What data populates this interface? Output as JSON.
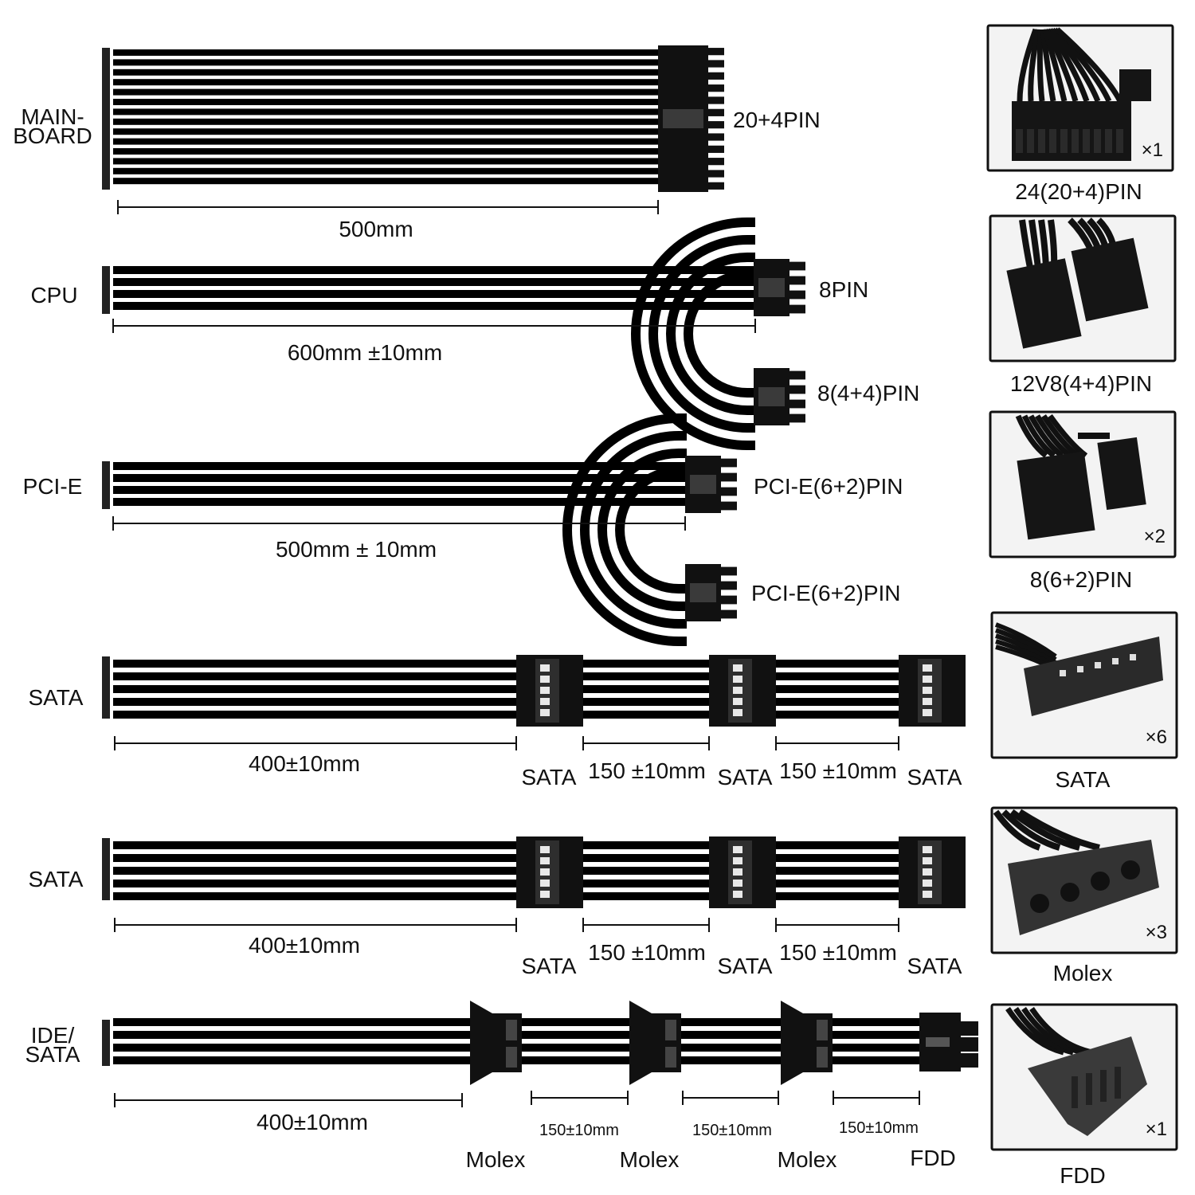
{
  "diagram": {
    "background": "#ffffff",
    "cable_color": "#000000",
    "connector_color": "#111111",
    "photo_bg": "#f3f3f3",
    "frame_color": "#111111",
    "rows": [
      {
        "id": "mainboard",
        "name_lines": [
          "MAIN-",
          "BOARD"
        ],
        "connectors": [
          "20+4PIN"
        ],
        "dimensions": [
          "500mm"
        ]
      },
      {
        "id": "cpu",
        "name_lines": [
          "CPU"
        ],
        "connectors": [
          "8PIN",
          "8(4+4)PIN"
        ],
        "dimensions": [
          "600mm ±10mm"
        ]
      },
      {
        "id": "pcie",
        "name_lines": [
          "PCI-E"
        ],
        "connectors": [
          "PCI-E(6+2)PIN",
          "PCI-E(6+2)PIN"
        ],
        "dimensions": [
          "500mm ± 10mm"
        ]
      },
      {
        "id": "sata1",
        "name_lines": [
          "SATA"
        ],
        "connectors": [
          "SATA",
          "SATA",
          "SATA"
        ],
        "dimensions": [
          "400±10mm",
          "150 ±10mm",
          "150 ±10mm"
        ]
      },
      {
        "id": "sata2",
        "name_lines": [
          "SATA"
        ],
        "connectors": [
          "SATA",
          "SATA",
          "SATA"
        ],
        "dimensions": [
          "400±10mm",
          "150 ±10mm",
          "150 ±10mm"
        ]
      },
      {
        "id": "ide",
        "name_lines": [
          "IDE/",
          "SATA"
        ],
        "connectors": [
          "Molex",
          "Molex",
          "Molex",
          "FDD"
        ],
        "dimensions": [
          "400±10mm",
          "150±10mm",
          "150±10mm",
          "150±10mm"
        ]
      }
    ],
    "photos": [
      {
        "caption": "24(20+4)PIN",
        "qty": "×1",
        "icon": "atx-24pin-connector-photo"
      },
      {
        "caption": "12V8(4+4)PIN",
        "qty": "",
        "icon": "eps-8pin-connector-photo"
      },
      {
        "caption": "8(6+2)PIN",
        "qty": "×2",
        "icon": "pcie-8pin-connector-photo"
      },
      {
        "caption": "SATA",
        "qty": "×6",
        "icon": "sata-connector-photo"
      },
      {
        "caption": "Molex",
        "qty": "×3",
        "icon": "molex-connector-photo"
      },
      {
        "caption": "FDD",
        "qty": "×1",
        "icon": "fdd-connector-photo"
      }
    ]
  }
}
